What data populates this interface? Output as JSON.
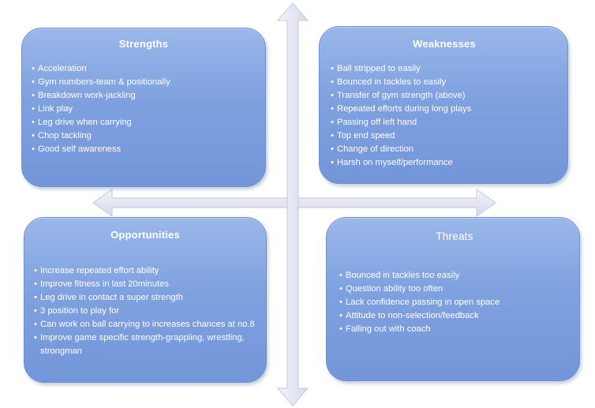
{
  "quadrants": {
    "strengths": {
      "title": "Strengths",
      "items": [
        "Acceleration",
        "Gym numbers-team & positionally",
        "Breakdown work-jackling",
        "Link play",
        "Leg drive when carrying",
        "Chop tackling",
        "Good self awareness"
      ]
    },
    "weaknesses": {
      "title": "Weaknesses",
      "items": [
        "Ball stripped to easily",
        "Bounced in tackles to easily",
        "Transfer of gym strength (above)",
        "Repeated efforts during long plays",
        "Passing off left hand",
        "Top end speed",
        "Change of direction",
        "Harsh on myself/performance"
      ]
    },
    "opportunities": {
      "title": "Opportunities",
      "items": [
        "Increase repeated effort ability",
        "Improve fitness in last 20minutes",
        "Leg drive in contact a super strength",
        "3 position to play for",
        "Can work on ball carrying to increases chances at no.8",
        "Improve game specific strength-grappling, wrestling, strongman"
      ]
    },
    "threats": {
      "title": "Threats",
      "items": [
        "Bounced in tackles too easily",
        "Question ability too often",
        "Lack confidence passing in open space",
        "Attitude to non-selection/feedback",
        "Falling out with coach"
      ]
    }
  },
  "colors": {
    "box_fill": "#7fa1df",
    "axis_fill": "#ecedf7",
    "axis_stroke": "#c3c7e3"
  }
}
